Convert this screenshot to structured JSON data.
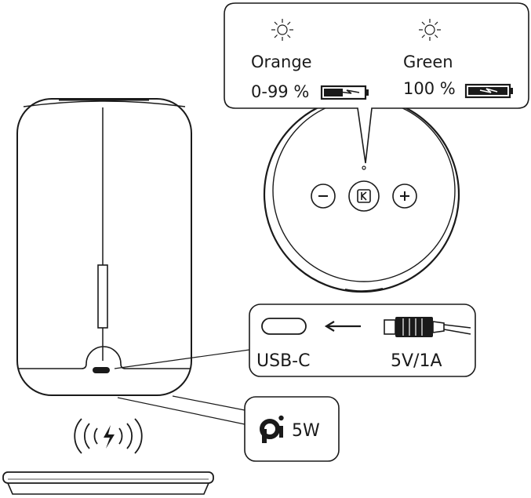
{
  "led_states": [
    {
      "color_label": "Orange",
      "charge_label": "0-99 %"
    },
    {
      "color_label": "Green",
      "charge_label": "100 %"
    }
  ],
  "charging": {
    "port_label": "USB-C",
    "input_label": "5V/1A"
  },
  "wireless": {
    "power_label": "5W"
  },
  "icons": {
    "light": "sun-icon",
    "battery_partial": "battery-charging-icon",
    "battery_full": "battery-full-icon",
    "brand_button": "k-logo-icon",
    "volume_down": "minus-icon",
    "volume_up": "plus-icon",
    "arrow": "arrow-left-icon",
    "plug": "usb-c-plug-icon",
    "qi": "qi-logo-icon",
    "wireless_charge": "wireless-charging-icon"
  }
}
